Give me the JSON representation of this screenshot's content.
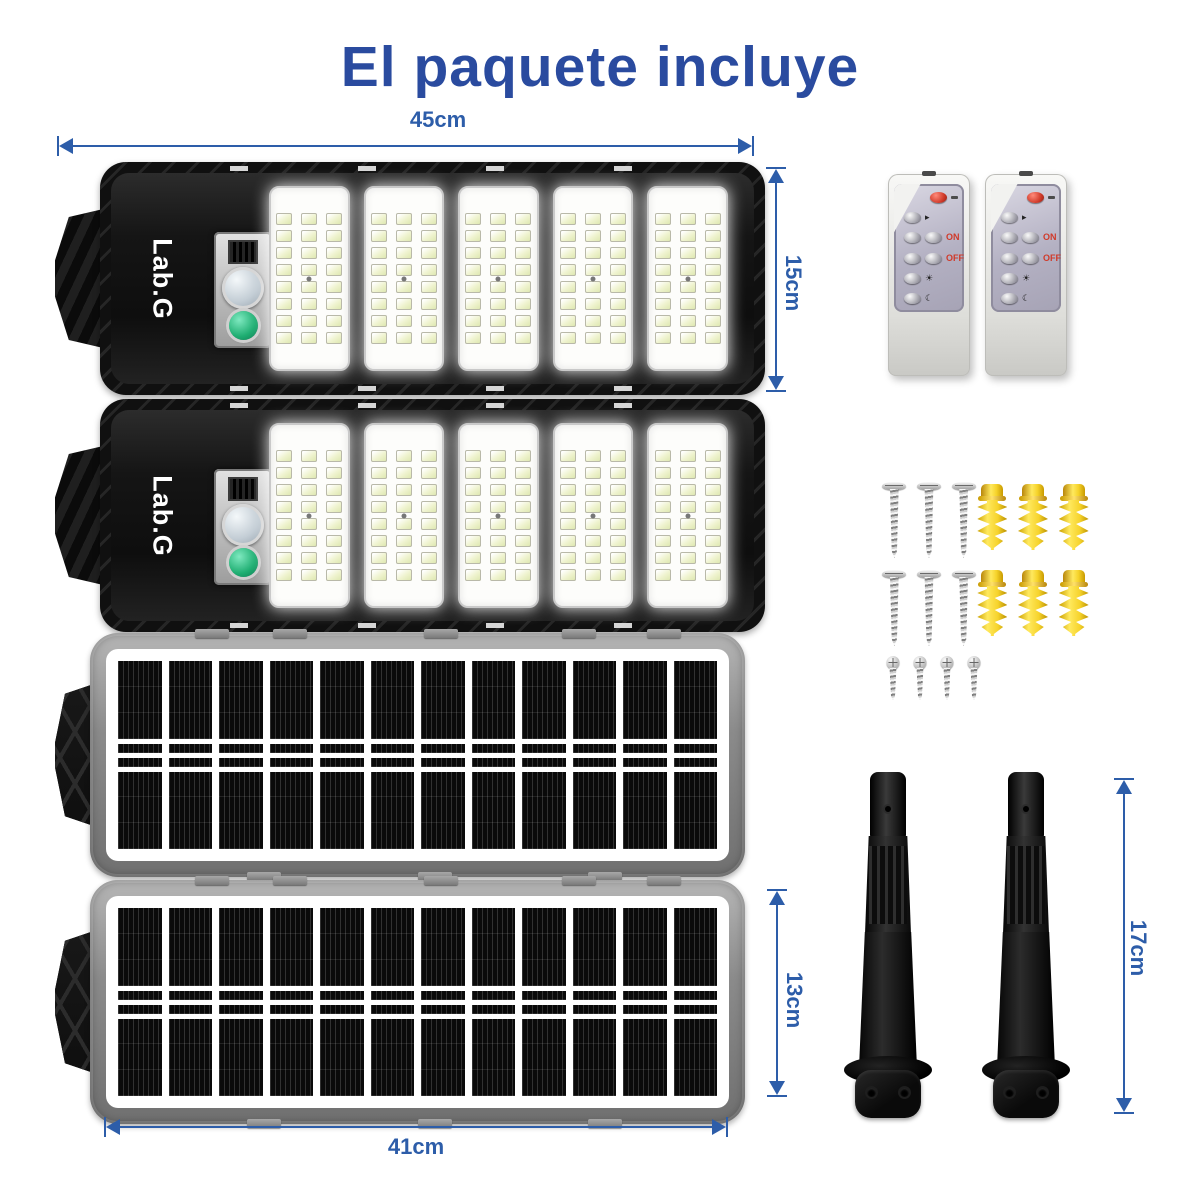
{
  "page": {
    "title": "El paquete incluye",
    "background": "#ffffff"
  },
  "theme": {
    "title_color": "#2a4b9f",
    "dimension_color": "#2d5da9",
    "anchor_yellow": "#f6d32b",
    "button_green": "#1fae72",
    "remote_red": "#d03a2a"
  },
  "dimensions": {
    "light_width_label": "45cm",
    "light_height_label": "15cm",
    "panel_width_label": "41cm",
    "panel_height_label": "13cm",
    "pole_height_label": "17cm"
  },
  "street_light": {
    "brand": "Lab.G",
    "count": 2,
    "led_modules_per_light": 5,
    "led_columns_per_module": 3,
    "led_rows_per_module": 8
  },
  "solar_panel": {
    "count": 2,
    "cell_columns": 12,
    "cell_rows": 2
  },
  "remote_control": {
    "count": 2,
    "on_label": "ON",
    "off_label": "OFF"
  },
  "mounting_hardware": {
    "long_screws": 6,
    "wall_anchors": 6,
    "small_screws": 4
  },
  "mounting_pole": {
    "count": 2
  }
}
